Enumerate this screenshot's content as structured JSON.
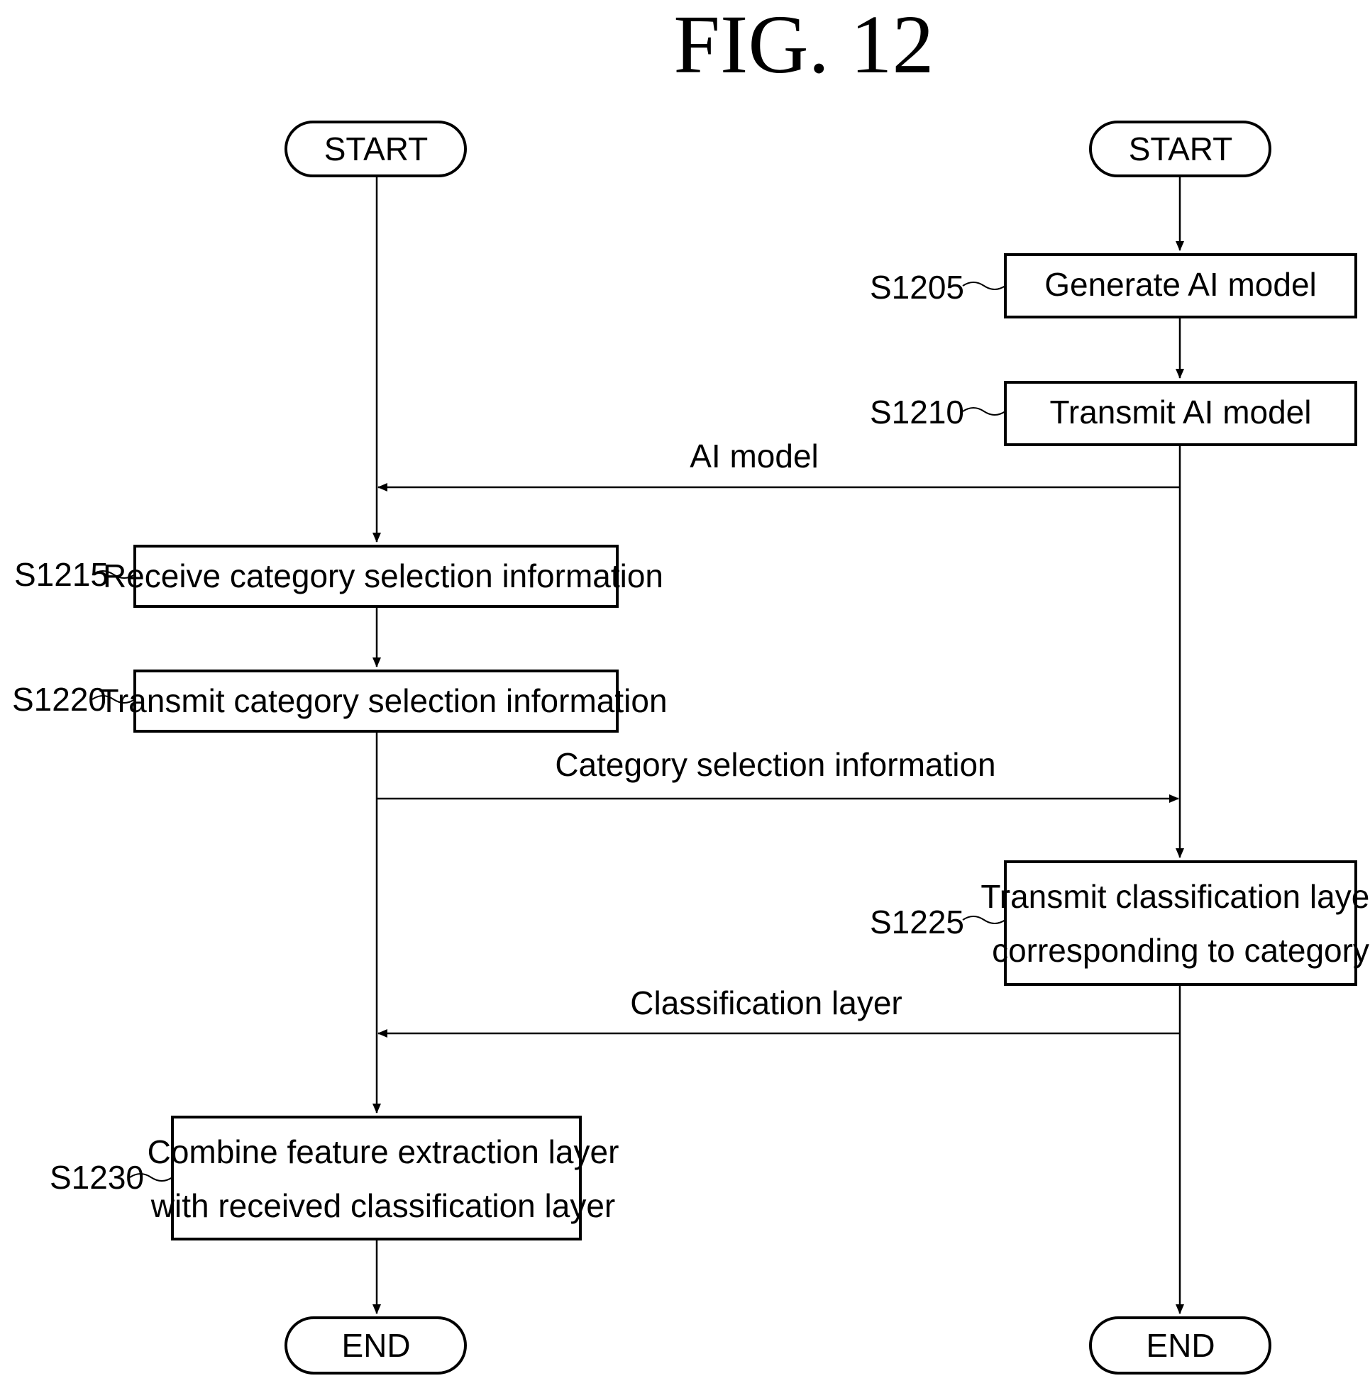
{
  "figure": {
    "title": "FIG. 12"
  },
  "left_lane": {
    "start": "START",
    "end": "END"
  },
  "right_lane": {
    "start": "START",
    "end": "END"
  },
  "steps": {
    "s1205": {
      "ref": "S1205",
      "text": "Generate AI model"
    },
    "s1210": {
      "ref": "S1210",
      "text": "Transmit AI model"
    },
    "s1215": {
      "ref": "S1215",
      "text": "Receive category selection information"
    },
    "s1220": {
      "ref": "S1220",
      "text": "Transmit category selection information"
    },
    "s1225": {
      "ref": "S1225",
      "line1": "Transmit classification layer",
      "line2": "corresponding to category"
    },
    "s1230": {
      "ref": "S1230",
      "line1": "Combine feature extraction layer",
      "line2": "with received classification layer"
    }
  },
  "messages": {
    "ai_model": "AI model",
    "category_selection": "Category selection information",
    "classification_layer": "Classification layer"
  }
}
